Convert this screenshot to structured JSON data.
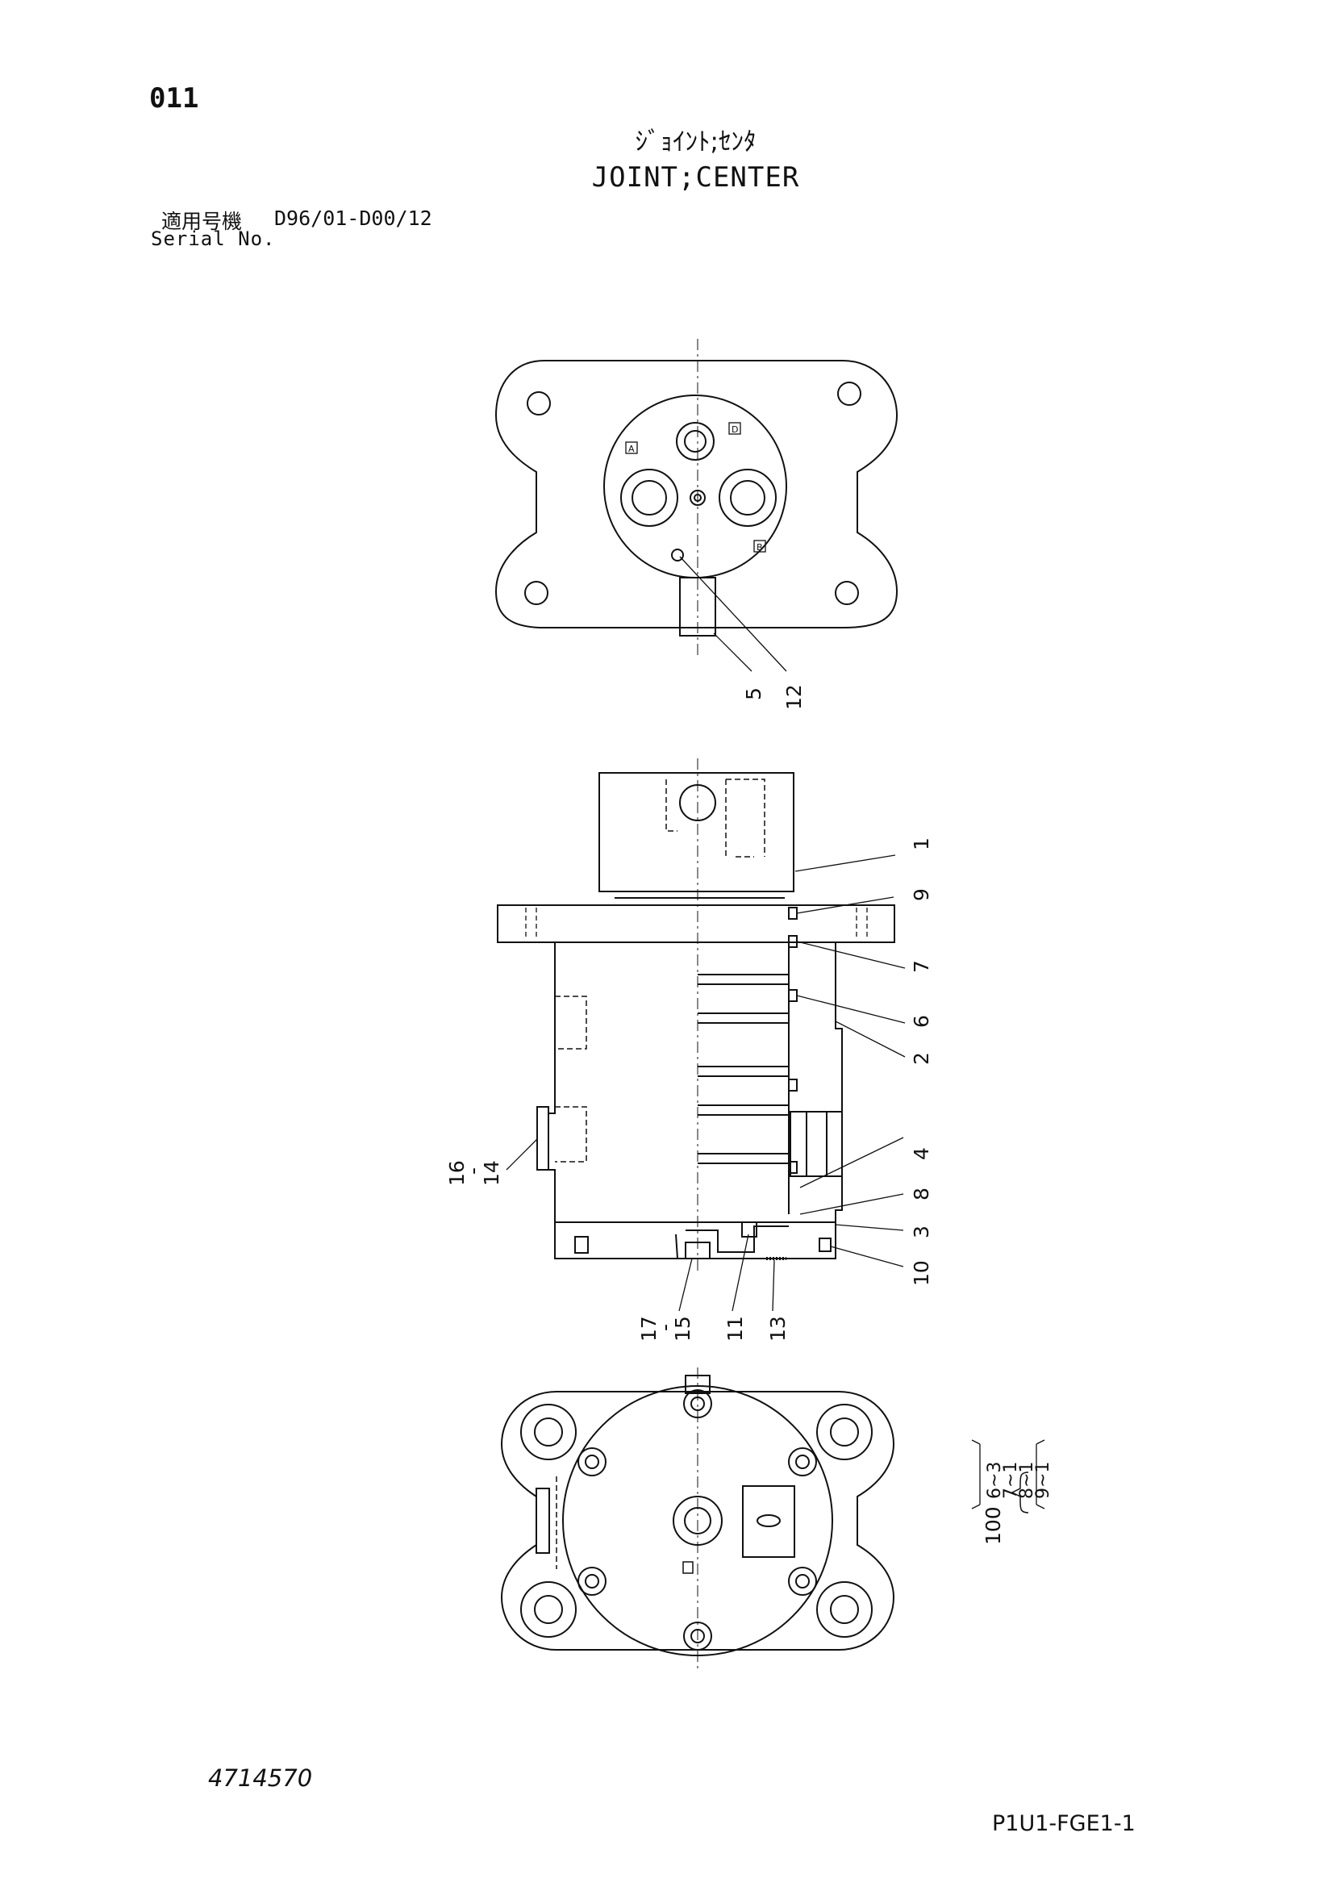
{
  "header": {
    "page_number": "011",
    "title_jp": "ｼﾞｮｲﾝﾄ;ｾﾝﾀ",
    "title_en": "JOINT;CENTER",
    "serial_label_jp": "適用号機",
    "serial_value": "D96/01-D00/12",
    "serial_label_en": "Serial No."
  },
  "top_view": {
    "port_marks": [
      "A",
      "D",
      "B"
    ],
    "callouts": [
      "5",
      "12"
    ]
  },
  "side_view": {
    "callouts_right": [
      "1",
      "9",
      "7",
      "6",
      "2",
      "4",
      "8",
      "3",
      "10"
    ],
    "callouts_left": {
      "top": "16",
      "dash": "-",
      "bottom": "14"
    },
    "callouts_bottom": {
      "range_top": "17",
      "range_dash": "-",
      "range_bottom": "15",
      "a": "11",
      "b": "13"
    }
  },
  "kit": {
    "number": "100",
    "items": [
      "6~3",
      "7~1",
      "8~1",
      "9~1"
    ]
  },
  "footer": {
    "drawing_number": "4714570",
    "sheet_code": "P1U1-FGE1-1"
  },
  "colors": {
    "line": "#111111",
    "background": "#ffffff"
  }
}
